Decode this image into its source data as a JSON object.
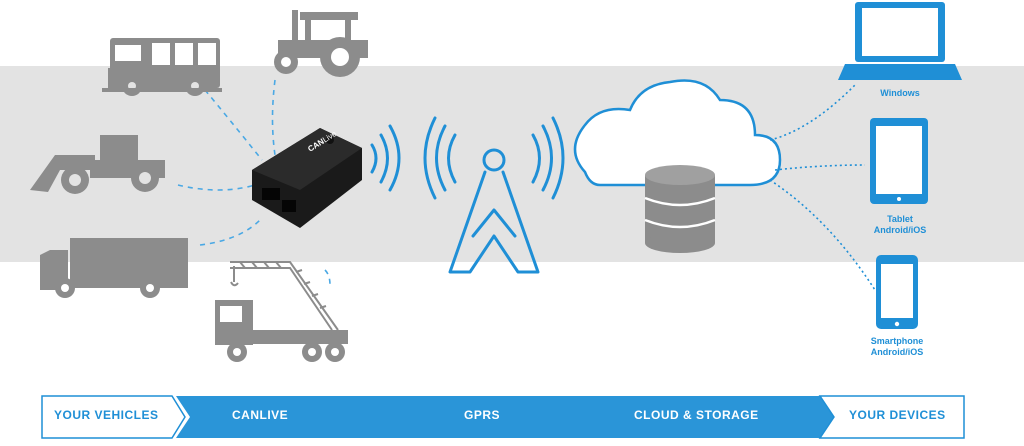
{
  "colors": {
    "accent": "#1f8fd6",
    "vehicle_gray": "#8c8c8c",
    "band": "#e3e3e3"
  },
  "device_unit": {
    "brand": "CAN",
    "brand_suffix": "Live"
  },
  "devices": [
    {
      "name": "windows",
      "line1": "Windows",
      "line2": ""
    },
    {
      "name": "tablet",
      "line1": "Tablet",
      "line2": "Android/iOS"
    },
    {
      "name": "smartphone",
      "line1": "Smartphone",
      "line2": "Android/iOS"
    }
  ],
  "flow": {
    "your_vehicles": "YOUR VEHICLES",
    "canlive": "CANLIVE",
    "gprs": "GPRS",
    "cloud_storage": "CLOUD & STORAGE",
    "your_devices": "YOUR DEVICES"
  }
}
